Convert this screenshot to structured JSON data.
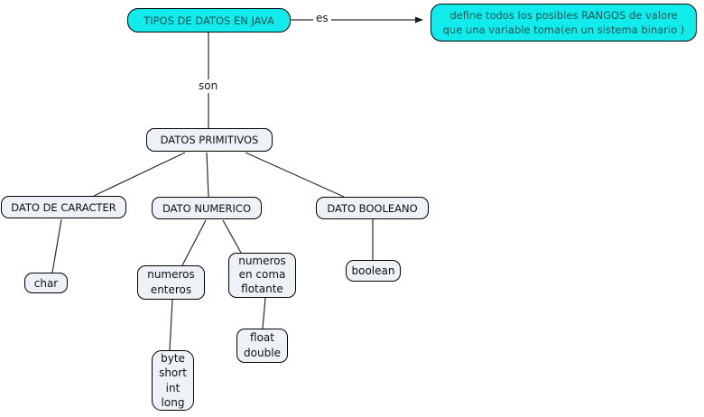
{
  "diagram_title": "TIPOS DE DATOS EN JAVA",
  "colors": {
    "concept_cyan": "#12ebeb",
    "concept_gray": "#eef2f6",
    "cyan_text": "#0a5656",
    "text": "#111111",
    "line": "#2b2b2b",
    "background": "#ffffff"
  },
  "nodes": {
    "tipos_de_datos": {
      "label": "TIPOS DE DATOS EN JAVA"
    },
    "definicion": {
      "label": "define todos los posibles RANGOS de valore\nque una variable toma(en un sistema binario )"
    },
    "datos_primitivos": {
      "label": "DATOS PRIMITIVOS"
    },
    "dato_de_caracter": {
      "label": "DATO DE CARACTER"
    },
    "dato_numerico": {
      "label": "DATO NUMERICO"
    },
    "dato_booleano": {
      "label": "DATO BOOLEANO"
    },
    "char": {
      "label": "char"
    },
    "numeros_enteros": {
      "label": "numeros\nenteros"
    },
    "numeros_coma_flotante": {
      "label": "numeros\nen coma\nflotante"
    },
    "boolean": {
      "label": "boolean"
    },
    "tipos_enteros": {
      "label": "byte\nshort\nint\nlong"
    },
    "tipos_flotante": {
      "label": "float\ndouble"
    }
  },
  "edges": [
    {
      "from": "tipos_de_datos",
      "to": "definicion",
      "label": "es",
      "arrow": true
    },
    {
      "from": "tipos_de_datos",
      "to": "datos_primitivos",
      "label": "son",
      "arrow": false
    },
    {
      "from": "datos_primitivos",
      "to": "dato_de_caracter",
      "label": "",
      "arrow": false
    },
    {
      "from": "datos_primitivos",
      "to": "dato_numerico",
      "label": "",
      "arrow": false
    },
    {
      "from": "datos_primitivos",
      "to": "dato_booleano",
      "label": "",
      "arrow": false
    },
    {
      "from": "dato_de_caracter",
      "to": "char",
      "label": "",
      "arrow": false
    },
    {
      "from": "dato_numerico",
      "to": "numeros_enteros",
      "label": "",
      "arrow": false
    },
    {
      "from": "dato_numerico",
      "to": "numeros_coma_flotante",
      "label": "",
      "arrow": false
    },
    {
      "from": "dato_booleano",
      "to": "boolean",
      "label": "",
      "arrow": false
    },
    {
      "from": "numeros_enteros",
      "to": "tipos_enteros",
      "label": "",
      "arrow": false
    },
    {
      "from": "numeros_coma_flotante",
      "to": "tipos_flotante",
      "label": "",
      "arrow": false
    }
  ]
}
